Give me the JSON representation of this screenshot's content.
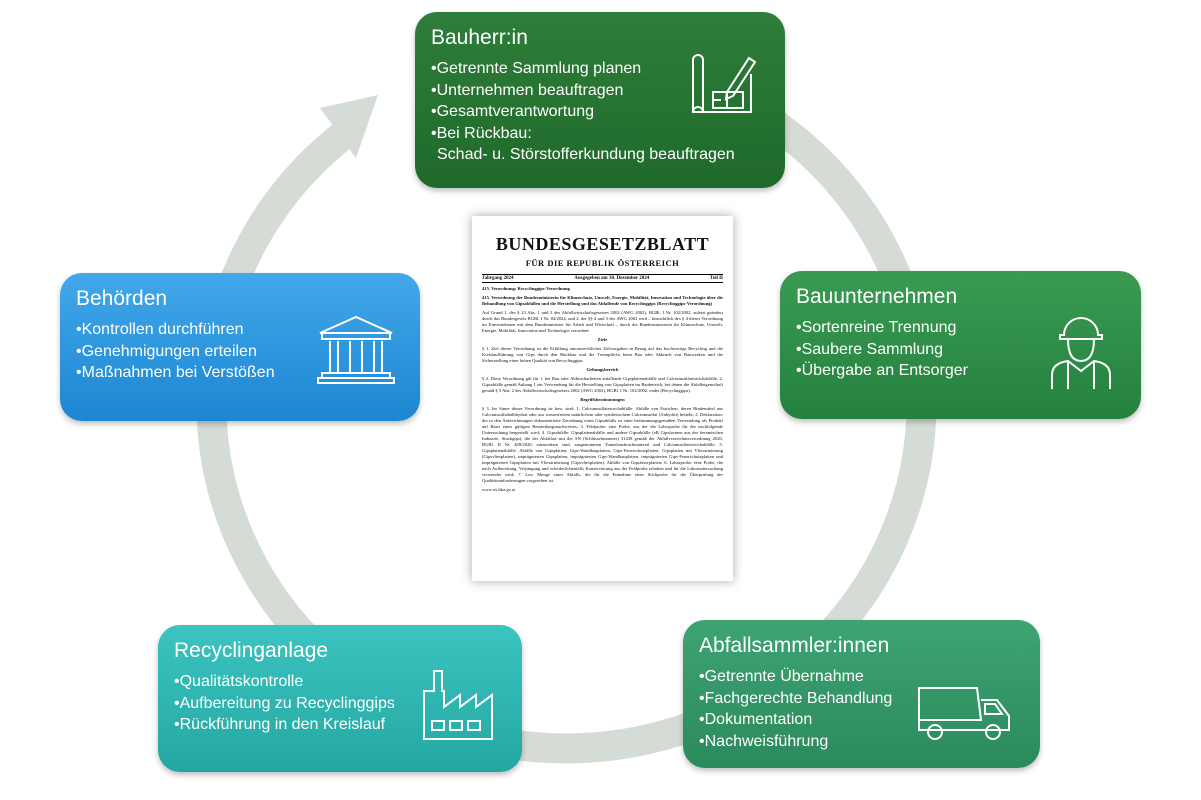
{
  "colors": {
    "ring": "#d5dcd5",
    "bauherr": "#2f7d3a",
    "bauunternehmen": "#2f8e48",
    "abfallsammler": "#35966a",
    "recycling": "#2fb6b2",
    "behoerden": "#2e96e0"
  },
  "boxes": {
    "bauherr": {
      "title": "Bauherr:in",
      "items": [
        "Getrennte Sammlung planen",
        "Unternehmen beauftragen",
        "Gesamtverantwortung",
        "Bei Rückbau:"
      ],
      "extra": "Schad- u. Störstofferkundung beauftragen",
      "icon": "blueprint-pencil-icon"
    },
    "bauunternehmen": {
      "title": "Bauunternehmen",
      "items": [
        "Sortenreine Trennung",
        "Saubere Sammlung",
        "Übergabe an Entsorger"
      ],
      "icon": "construction-worker-icon"
    },
    "abfallsammler": {
      "title": "Abfallsammler:innen",
      "items": [
        "Getrennte Übernahme",
        "Fachgerechte Behandlung",
        "Dokumentation",
        "Nachweisführung"
      ],
      "icon": "dump-truck-icon"
    },
    "recycling": {
      "title": "Recyclinganlage",
      "items": [
        "Qualitätskontrolle",
        "Aufbereitung zu Recyclinggips",
        "Rückführung in den Kreislauf"
      ],
      "icon": "factory-icon"
    },
    "behoerden": {
      "title": "Behörden",
      "items": [
        "Kontrollen durchführen",
        "Genehmigungen erteilen",
        "Maßnahmen bei Verstößen"
      ],
      "icon": "government-building-icon"
    }
  },
  "document": {
    "title": "BUNDESGESETZBLATT",
    "subtitle": "FÜR DIE REPUBLIK ÖSTERREICH",
    "jahrgang": "Jahrgang 2024",
    "ausgegeben": "Ausgegeben am 30. Dezember 2024",
    "teil": "Teil II",
    "ref": "415. Verordnung:     Recyclinggips-Verordnung",
    "heading": "415. Verordnung der Bundesministerin für Klimaschutz, Umwelt, Energie, Mobilität, Innovation und Technologie über die Behandlung von Gipsabfällen und die Herstellung und das Abfallende von Recyclinggips (Recyclinggips-Verordnung)",
    "p1": "Auf Grund 1. des § 23 Abs. 1 und 3 des Abfallwirtschaftsgesetzes 2002 (AWG 2002), BGBl. I Nr. 102/2002, zuletzt geändert durch das Bundesgesetz BGBl. I Nr. 84/2024, und 2. der §§ 4 und 5 des AWG 2002 wird – hinsichtlich des § 4 dieser Verordnung im Einvernehmen mit dem Bundesminister für Arbeit und Wirtschaft – durch die Bundesministerin für Klimaschutz, Umwelt, Energie, Mobilität, Innovation und Technologie verordnet:",
    "h_ziele": "Ziele",
    "p2": "§ 1. Ziel dieser Verordnung ist die Erfüllung unionsrechtlicher Zielvorgaben in Bezug auf das hochwertige Recycling und die Kreislaufführung von Gips durch den Rückbau und die Trennpflicht beim Bau oder Abbruch von Bauwerken und die Sicherstellung einer hohen Qualität von Recyclinggips.",
    "h_geltung": "Geltungsbereich",
    "p3": "§ 2. Diese Verordnung gilt für 1. bei Bau oder Abbrucharbeiten anfallende Gipsplattenabfälle und Calciumsulfatestrichabfälle, 2. Gipsabfälle gemäß Anhang 1 zur Verwendung für die Herstellung von Gipsplatten im Baubereich, bei denen die Abfalleigenschaft gemäß § 5 Abs. 2 des Abfallwirtschaftsgesetzes 2002 (AWG 2002), BGBl. I Nr. 102/2002, endet (Recyclinggips).",
    "h_begriff": "Begriffsbestimmungen",
    "p4": "§ 3. Im Sinne dieser Verordnung ist bzw. sind: 1. Calciumsulfatestrichabfälle: Abfälle von Estrichen, deren Bindemittel aus Calciumsulfathalbhydrat oder aus wasserfreiem natürlichem oder synthetischem Calciumsulfat (Anhydrit) besteht; 2. Deklaration: die in den Aufzeichnungen dokumentierte Zuordnung eines Gipsabfalls zu einer bestimmungsgemäßen Verwendung als Produkt auf Basis eines gültigen Beurteilungsnachweises; 3. Feldprobe: eine Probe, aus der die Laborprobe für die nachfolgende Untersuchung hergestellt wird; 4. Gipsabfälle: Gipsplattenabfälle und andere Gipsabfälle (zB Gipsformen aus der keramischen Industrie, Stuckgips), die der Abfallart mit der SN (Schlüsselnummer) 31438 gemäß der Abfallverzeichnisverordnung 2020, BGBl. II Nr. 409/2020, zuzuordnen sind, ausgenommen Tunnelausbruchmaterial und Calciumsulfatestrichabfälle; 5. Gipsplattenabfälle: Abfälle von Gipsplatten, Gips-Wandbauplatten, Gips-Feuerschutzplatten, Gipsplatten mit Vliesarmierung (Gipsvliesplatten), imprägnierten Gipsplatten, imprägnierten Gips-Wandbauplatten, imprägnierten Gips-Feuerschutzplatten und imprägnierten Gipsplatten mit Vliesarmierung (Gipsvliesplatten), Abfälle von Gipsfaserplatten; 6. Laborprobe: eine Probe, die nach Aufbereitung, Verjüngung und erforderlichenfalls Konservierung aus der Feldprobe erhalten und für die Laboruntersuchung verwendet wird; 7. Los: Menge eines Abfalls, die für die Entnahme einer Stichprobe für die Überprüfung der Qualitätsanforderungen vorgesehen ist.",
    "url": "www.ris.bka.gv.at"
  }
}
